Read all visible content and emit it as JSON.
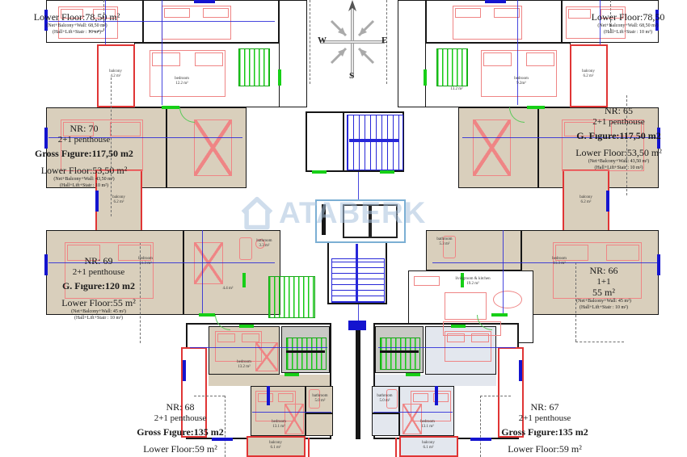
{
  "watermark": "ATABERK",
  "compass": {
    "west": "W",
    "east": "E",
    "south": "S"
  },
  "info_blocks": {
    "top_left": {
      "lower": "Lower Floor:78,50  m²",
      "net": "(Net+Balcony+Wall: 68,50 m²)",
      "hall": "(Hall+Lift+Stair : 10 m²)"
    },
    "top_right": {
      "lower": "Lower Floor:78,50",
      "net": "(Net+Balcony+Wall: 68,50 m²)",
      "hall": "(Hall+Lift+Stair : 10 m²)"
    },
    "unit70": {
      "nr": "NR: 70",
      "type": "2+1 penthouse",
      "gross": "Gross Fıgure:117,50 m2",
      "lower": "Lower Floor:53,50  m²",
      "net": "(Net+Balcony+Wall: 43,50 m²)",
      "hall": "(Hall+Lift+Stair : 10 m²)"
    },
    "unit69": {
      "nr": "NR: 69",
      "type": "2+1 penthouse",
      "gross": "G. Fıgure:120 m2",
      "lower": "Lower Floor:55  m²",
      "net": "(Net+Balcony+Wall: 45 m²)",
      "hall": "(Hall+Lift+Stair : 10 m²)"
    },
    "unit68": {
      "nr": "NR: 68",
      "type": "2+1 penthouse",
      "gross": "Gross Fıgure:135 m2",
      "lower": "Lower Floor:59  m²"
    },
    "unit67": {
      "nr": "NR: 67",
      "type": "2+1 penthouse",
      "gross": "Gross Fıgure:135 m2",
      "lower": "Lower Floor:59  m²"
    },
    "unit66": {
      "nr": "NR: 66",
      "type": "1+1",
      "gross": "55 m²",
      "net": "(Net+Balcony+Wall: 45 m²)",
      "hall": "(Hall+Lift+Stair : 10 m²)"
    },
    "unit65": {
      "nr": "NR: 65",
      "type": "2+1 penthouse",
      "gross": "G. Fıgure:117,50 m2",
      "lower": "Lower Floor:53,50  m²",
      "net": "(Net+Balcony+Wall: 43,50 m²)",
      "hall": "(Hall+Lift+Stair : 10 m²)"
    }
  },
  "rooms": {
    "bed_tl": "bedroom\n12.2 m²",
    "bed_tr": "bedroom\n9.2m²",
    "stair_tr": "13.2 m²",
    "bal_tl": "balcony\n4.2 m²",
    "bal_tr": "balcony\n6.2 m²",
    "bal_ml": "balcony\n6.2 m²",
    "bal_mr": "balcony\n6.2 m²",
    "bed_ml": "bedroom\n11.3 m²",
    "bed_mr": "bedroom\n11.3 m²",
    "bath_l": "bathroom\n3.3 m²",
    "bath_r": "bathroom\n5.3 m²",
    "hall_l": "4.4 m²",
    "living": "livingroom & kitchen\n19.2 m²",
    "bed_bl1": "bedroom\n13.2 m²",
    "bed_bl2": "bedroom\n13.1 m²",
    "bed_br2": "bedroom\n13.1 m²",
    "bath_bl": "bathroom\n5.0 m²",
    "bath_br": "bathroom\n5.0 m²",
    "bal_bl": "balcony\n6.1 m²",
    "bal_br": "balcony\n6.1 m²"
  }
}
